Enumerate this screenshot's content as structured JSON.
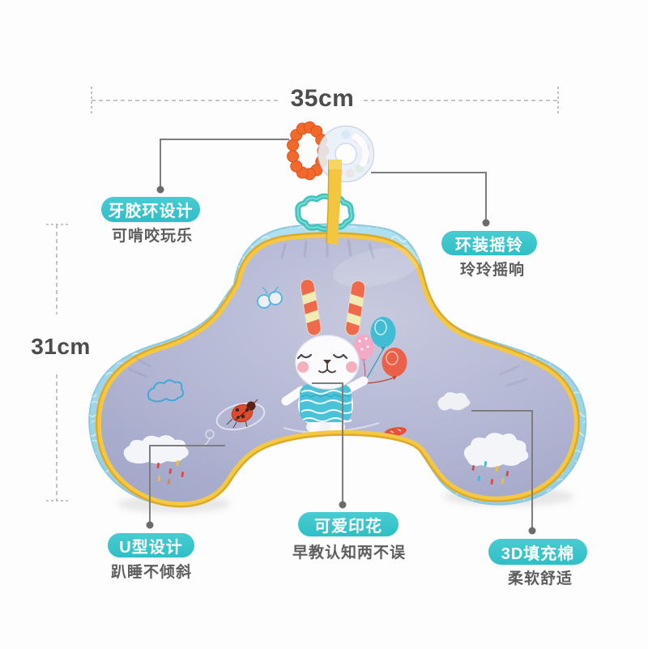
{
  "product": {
    "dimensions": {
      "width": "35cm",
      "height": "31cm"
    },
    "callouts": [
      {
        "label": "牙胶环设计",
        "subtitle": "可啃咬玩乐"
      },
      {
        "label": "环装摇铃",
        "subtitle": "玲玲摇响"
      },
      {
        "label": "U型设计",
        "subtitle": "趴睡不倾斜"
      },
      {
        "label": "可爱印花",
        "subtitle": "早教认知两不误"
      },
      {
        "label": "3D填充棉",
        "subtitle": "柔软舒适"
      }
    ],
    "colors": {
      "badge_teal": "#38c4c8",
      "piping_yellow": "#f2c33c",
      "pillow_front_lavender": "#b2b5d4",
      "pillow_back_blue": "#a9dbed",
      "teether_orange": "#f16a2c",
      "clip_teal": "#3cc4bd",
      "leader_grey": "#7d7d7d"
    }
  }
}
